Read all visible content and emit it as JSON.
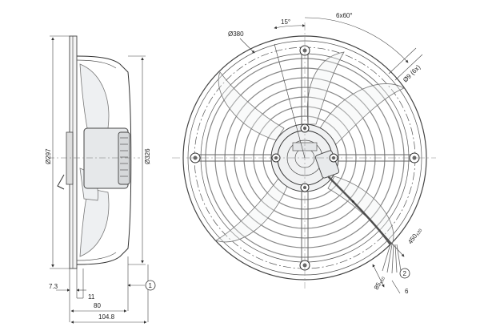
{
  "side_view": {
    "dims": {
      "guard_dia": "Ø297",
      "rim_dia": "Ø326",
      "depth_a": "7.3",
      "depth_b": "11",
      "depth_c": "80",
      "depth_d": "104.8"
    },
    "callout_1": "1"
  },
  "front_view": {
    "dims": {
      "circle_dia": "Ø380",
      "angle_small": "15°",
      "angle_pattern": "6x60°",
      "hole_dia": "Ø9 (6x)",
      "cable_length": "450",
      "cable_length_tol": "±20",
      "strip_length": "85",
      "strip_length_tol": "±10",
      "wire_strip": "6"
    },
    "callout_2": "2"
  }
}
